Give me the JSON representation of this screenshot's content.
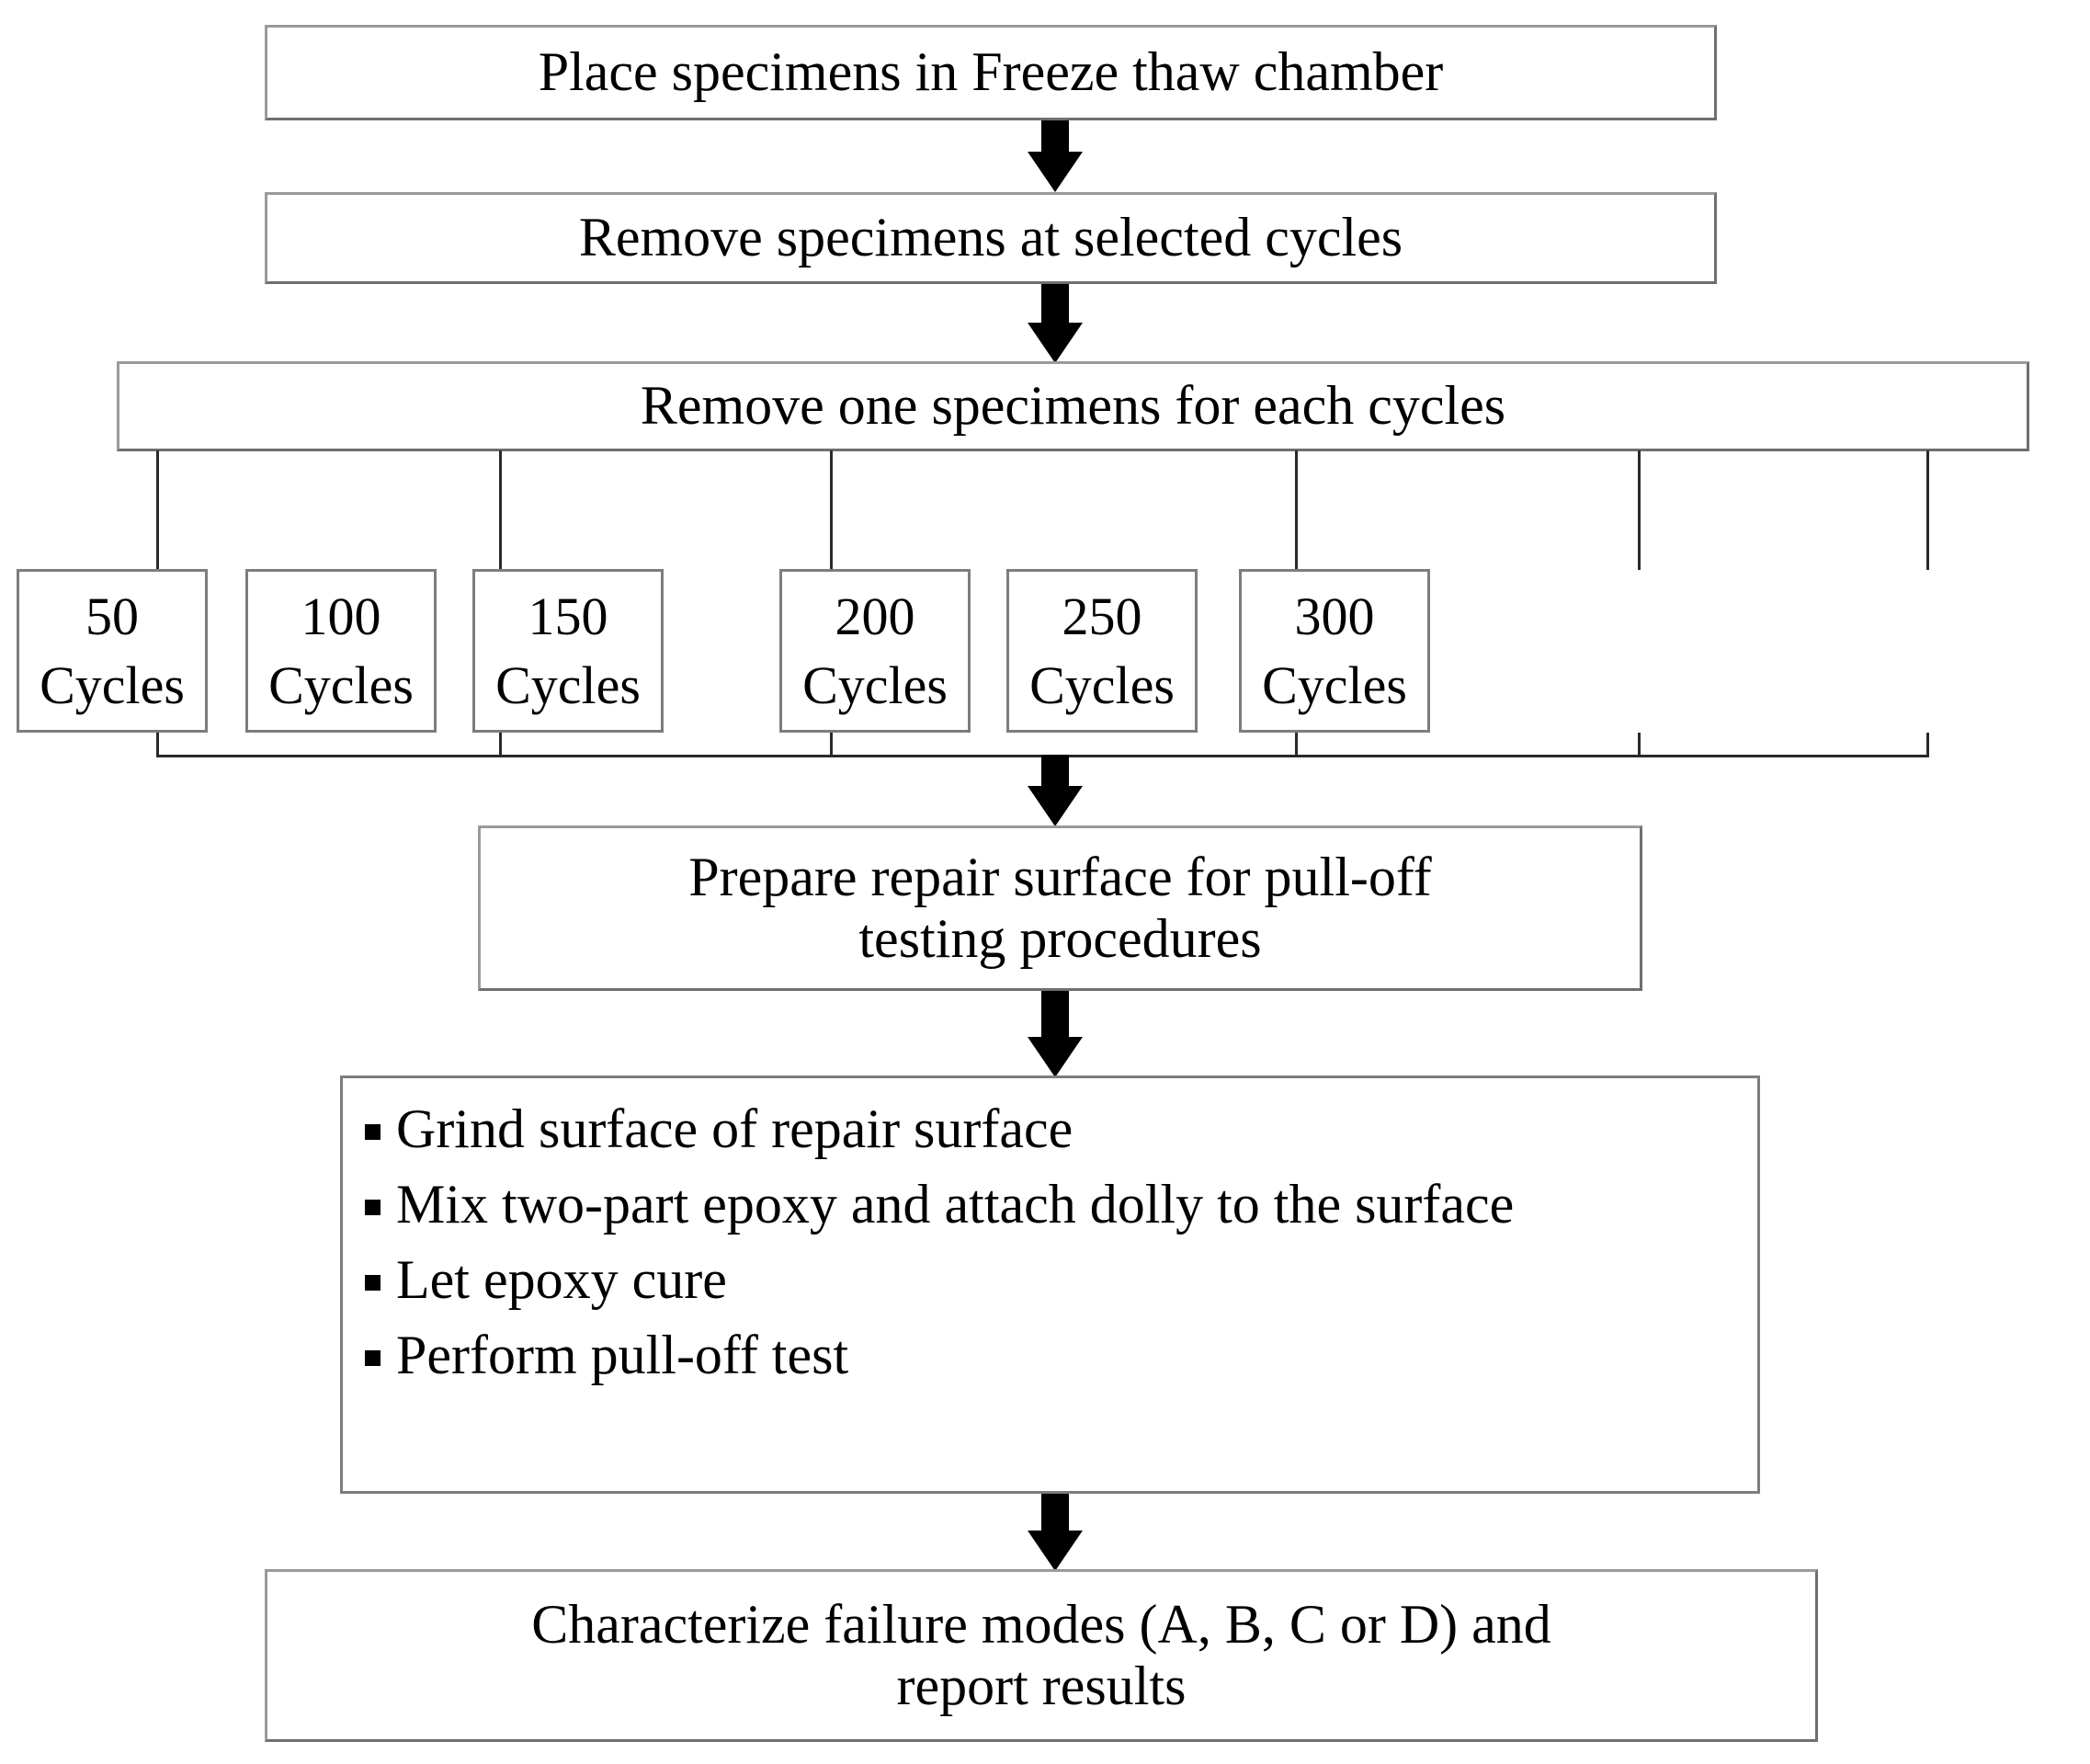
{
  "diagram": {
    "title": "Freeze-thaw durability pull-off test procedure flowchart",
    "type": "flowchart",
    "orientation": "top-to-bottom",
    "colors": {
      "box_border": "#7d7d7d",
      "connector": "#2a2a2a",
      "arrow_fill": "#000000",
      "background": "#ffffff",
      "text": "#000000"
    }
  },
  "steps": {
    "step1": {
      "label": "Place specimens in Freeze thaw chamber"
    },
    "step2": {
      "label": "Remove specimens at selected cycles"
    },
    "step3": {
      "label": "Remove one specimens for each cycles"
    },
    "step4": {
      "label": "Prepare repair surface for pull-off\ntesting procedures"
    },
    "step6": {
      "label": "Characterize failure modes (A, B, C or D) and\nreport results"
    }
  },
  "cycles": {
    "unit_label": "Cycles",
    "branches": [
      {
        "value": "50",
        "unit": "Cycles"
      },
      {
        "value": "100",
        "unit": "Cycles"
      },
      {
        "value": "150",
        "unit": "Cycles"
      },
      {
        "value": "200",
        "unit": "Cycles"
      },
      {
        "value": "250",
        "unit": "Cycles"
      },
      {
        "value": "300",
        "unit": "Cycles"
      }
    ]
  },
  "pulloff_tasks": {
    "items": [
      "Grind surface of repair surface",
      "Mix two-part epoxy and attach dolly to the surface",
      "Let epoxy cure",
      "Perform pull-off test"
    ]
  }
}
